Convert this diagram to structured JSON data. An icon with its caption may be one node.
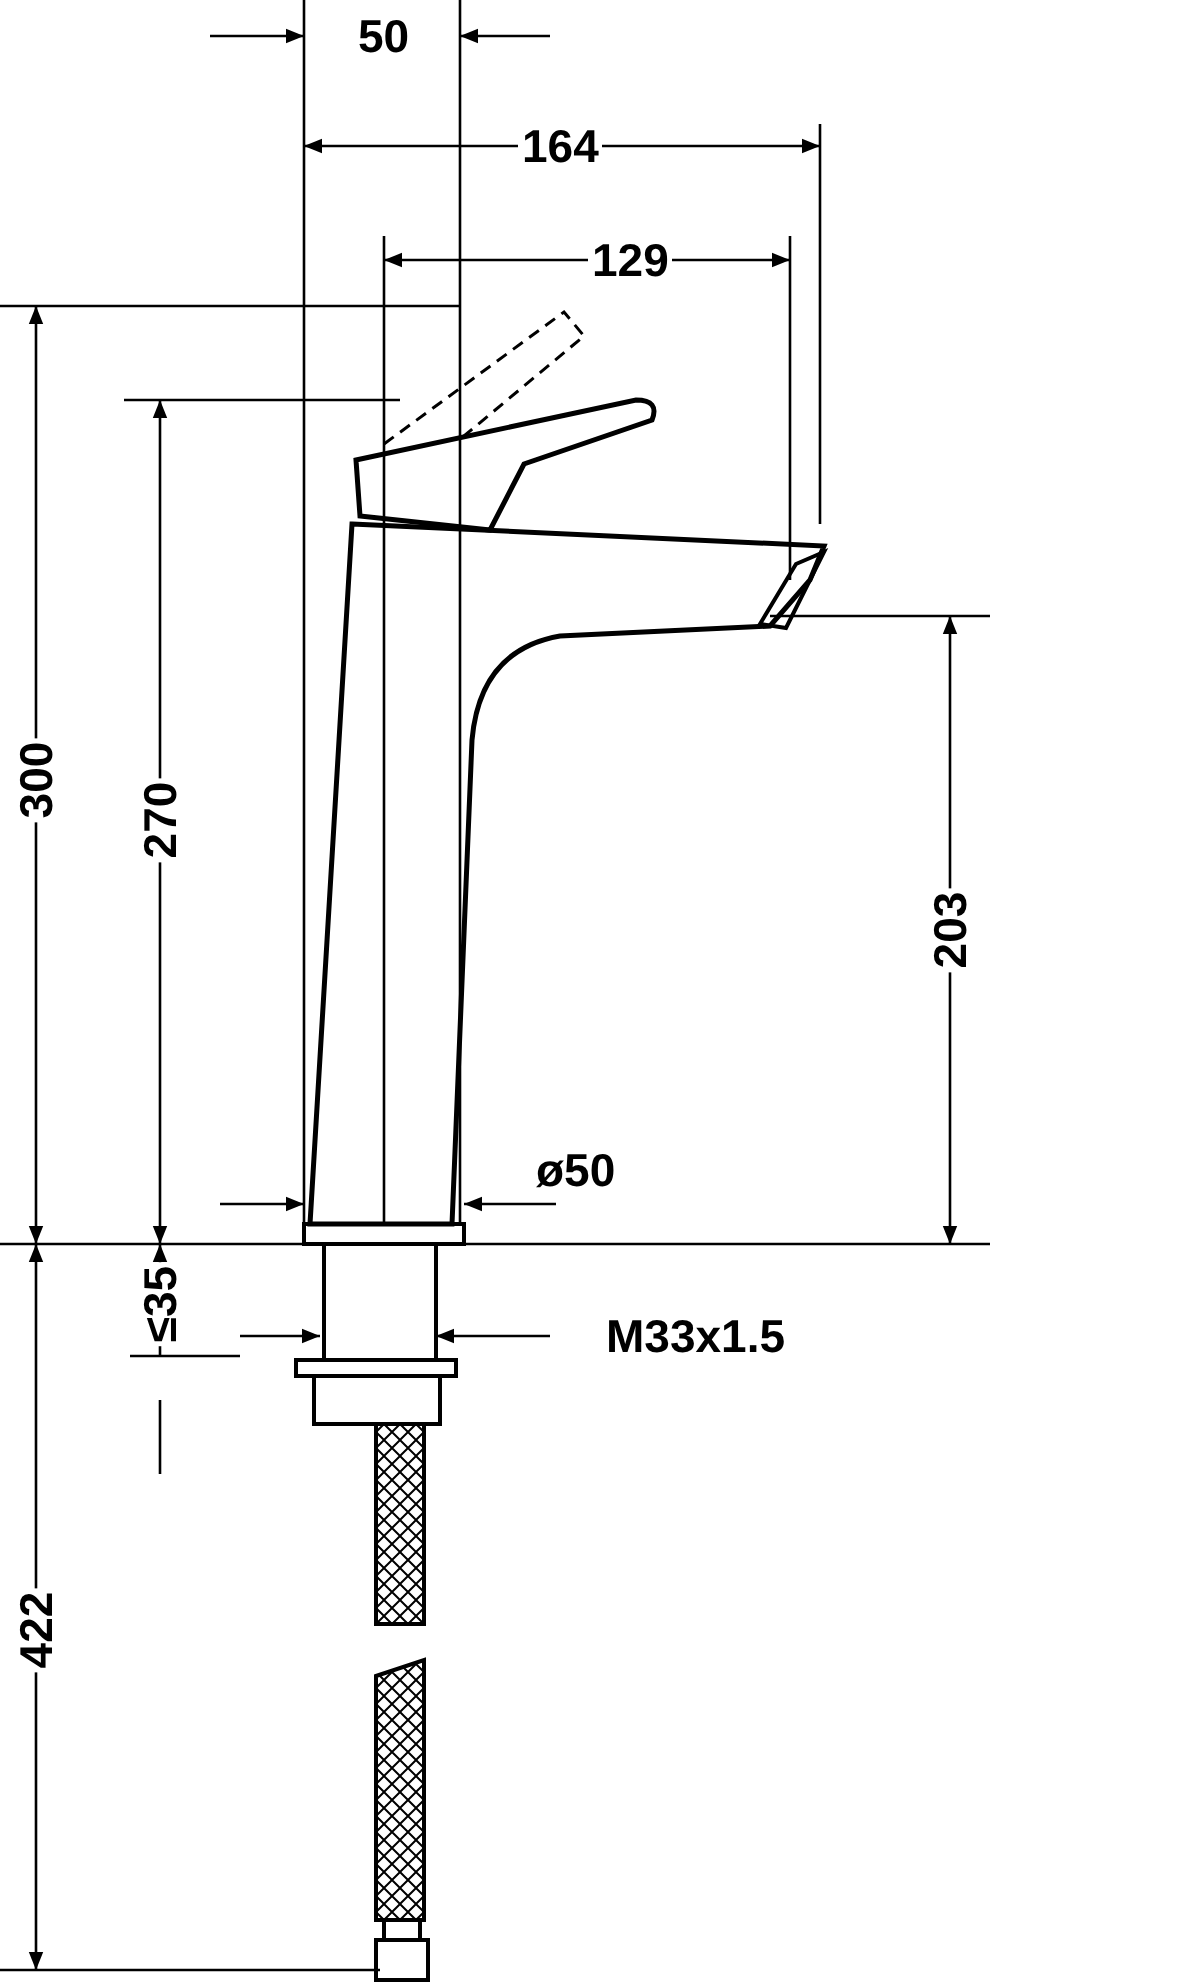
{
  "diagram": {
    "labels": [
      "50",
      "164",
      "129",
      "300",
      "270",
      "203",
      "ø50",
      "≤35",
      "M33x1.5",
      "422"
    ]
  }
}
